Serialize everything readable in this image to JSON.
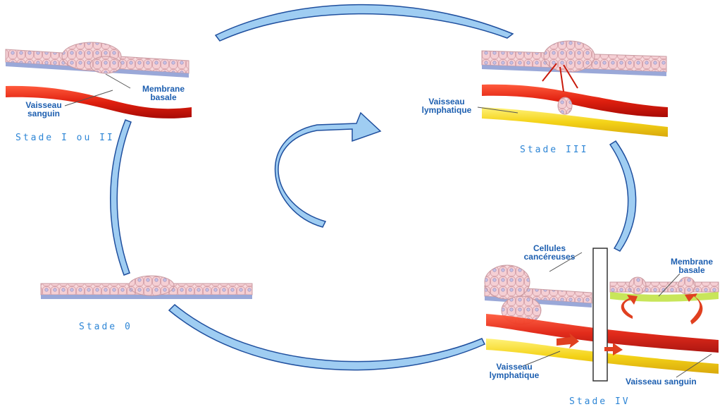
{
  "stages": {
    "s12": "Stade I ou II",
    "s3": "Stade III",
    "s0": "Stade 0",
    "s4": "Stade IV"
  },
  "annotations": {
    "s12_membrane_1": "Membrane",
    "s12_membrane_2": "basale",
    "s12_vaisseau_1": "Vaisseau",
    "s12_vaisseau_2": "sanguin",
    "s3_lymph_1": "Vaisseau",
    "s3_lymph_2": "lymphatique",
    "s4_cellules_1": "Cellules",
    "s4_cellules_2": "cancéreuses",
    "s4_membrane_1": "Membrane",
    "s4_membrane_2": "basale",
    "s4_lymph_1": "Vaisseau",
    "s4_lymph_2": "lymphatique",
    "s4_sanguin": "Vaisseau sanguin"
  },
  "colors": {
    "arrow_fill": "#9fcdf2",
    "arrow_stroke": "#1f4f9e",
    "label_blue": "#2e86d6",
    "annotation_blue": "#1d5fb0",
    "blood_vessel": "#d81f0f",
    "lymph_vessel": "#f3d21a",
    "membrane": "#9aa8d8",
    "cells": "#f5d2d6"
  },
  "icons": [
    "cycle-arrow",
    "inner-curved-arrow",
    "red-flow-arrows"
  ]
}
